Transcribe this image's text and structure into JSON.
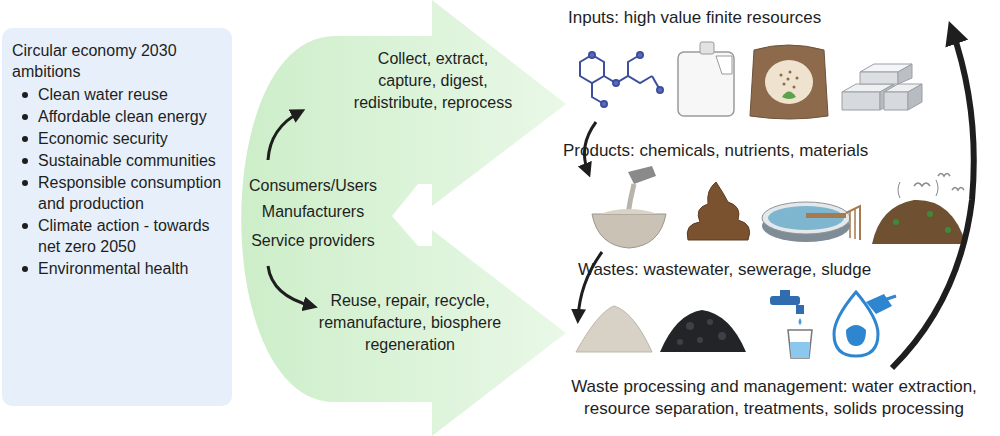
{
  "diagram": {
    "nodes": [
      {
        "text": [
          "Circular economy 2030 ambitions",
          "Clean water reuse",
          "Affordable clean energy",
          "Economic security",
          "Sustainable communities",
          "Responsible consumption and production",
          "Climate action - towards net zero 2050",
          "Environmental health"
        ]
      },
      {
        "text": [
          "Collect, extract, capture, digest, redistribute, reprocess",
          "Consumers/Users",
          "Manufacturers",
          "Service providers",
          "Reuse, repair, recycle, remanufacture, biosphere regeneration"
        ]
      }
    ],
    "labels": [
      "Inputs: high value finite resources",
      "Products: chemicals, nutrients, materials",
      "Wastes: wastewater, sewerage, sludge",
      "Waste processing and management: water extraction, resource separation, treatments, solids processing"
    ]
  }
}
